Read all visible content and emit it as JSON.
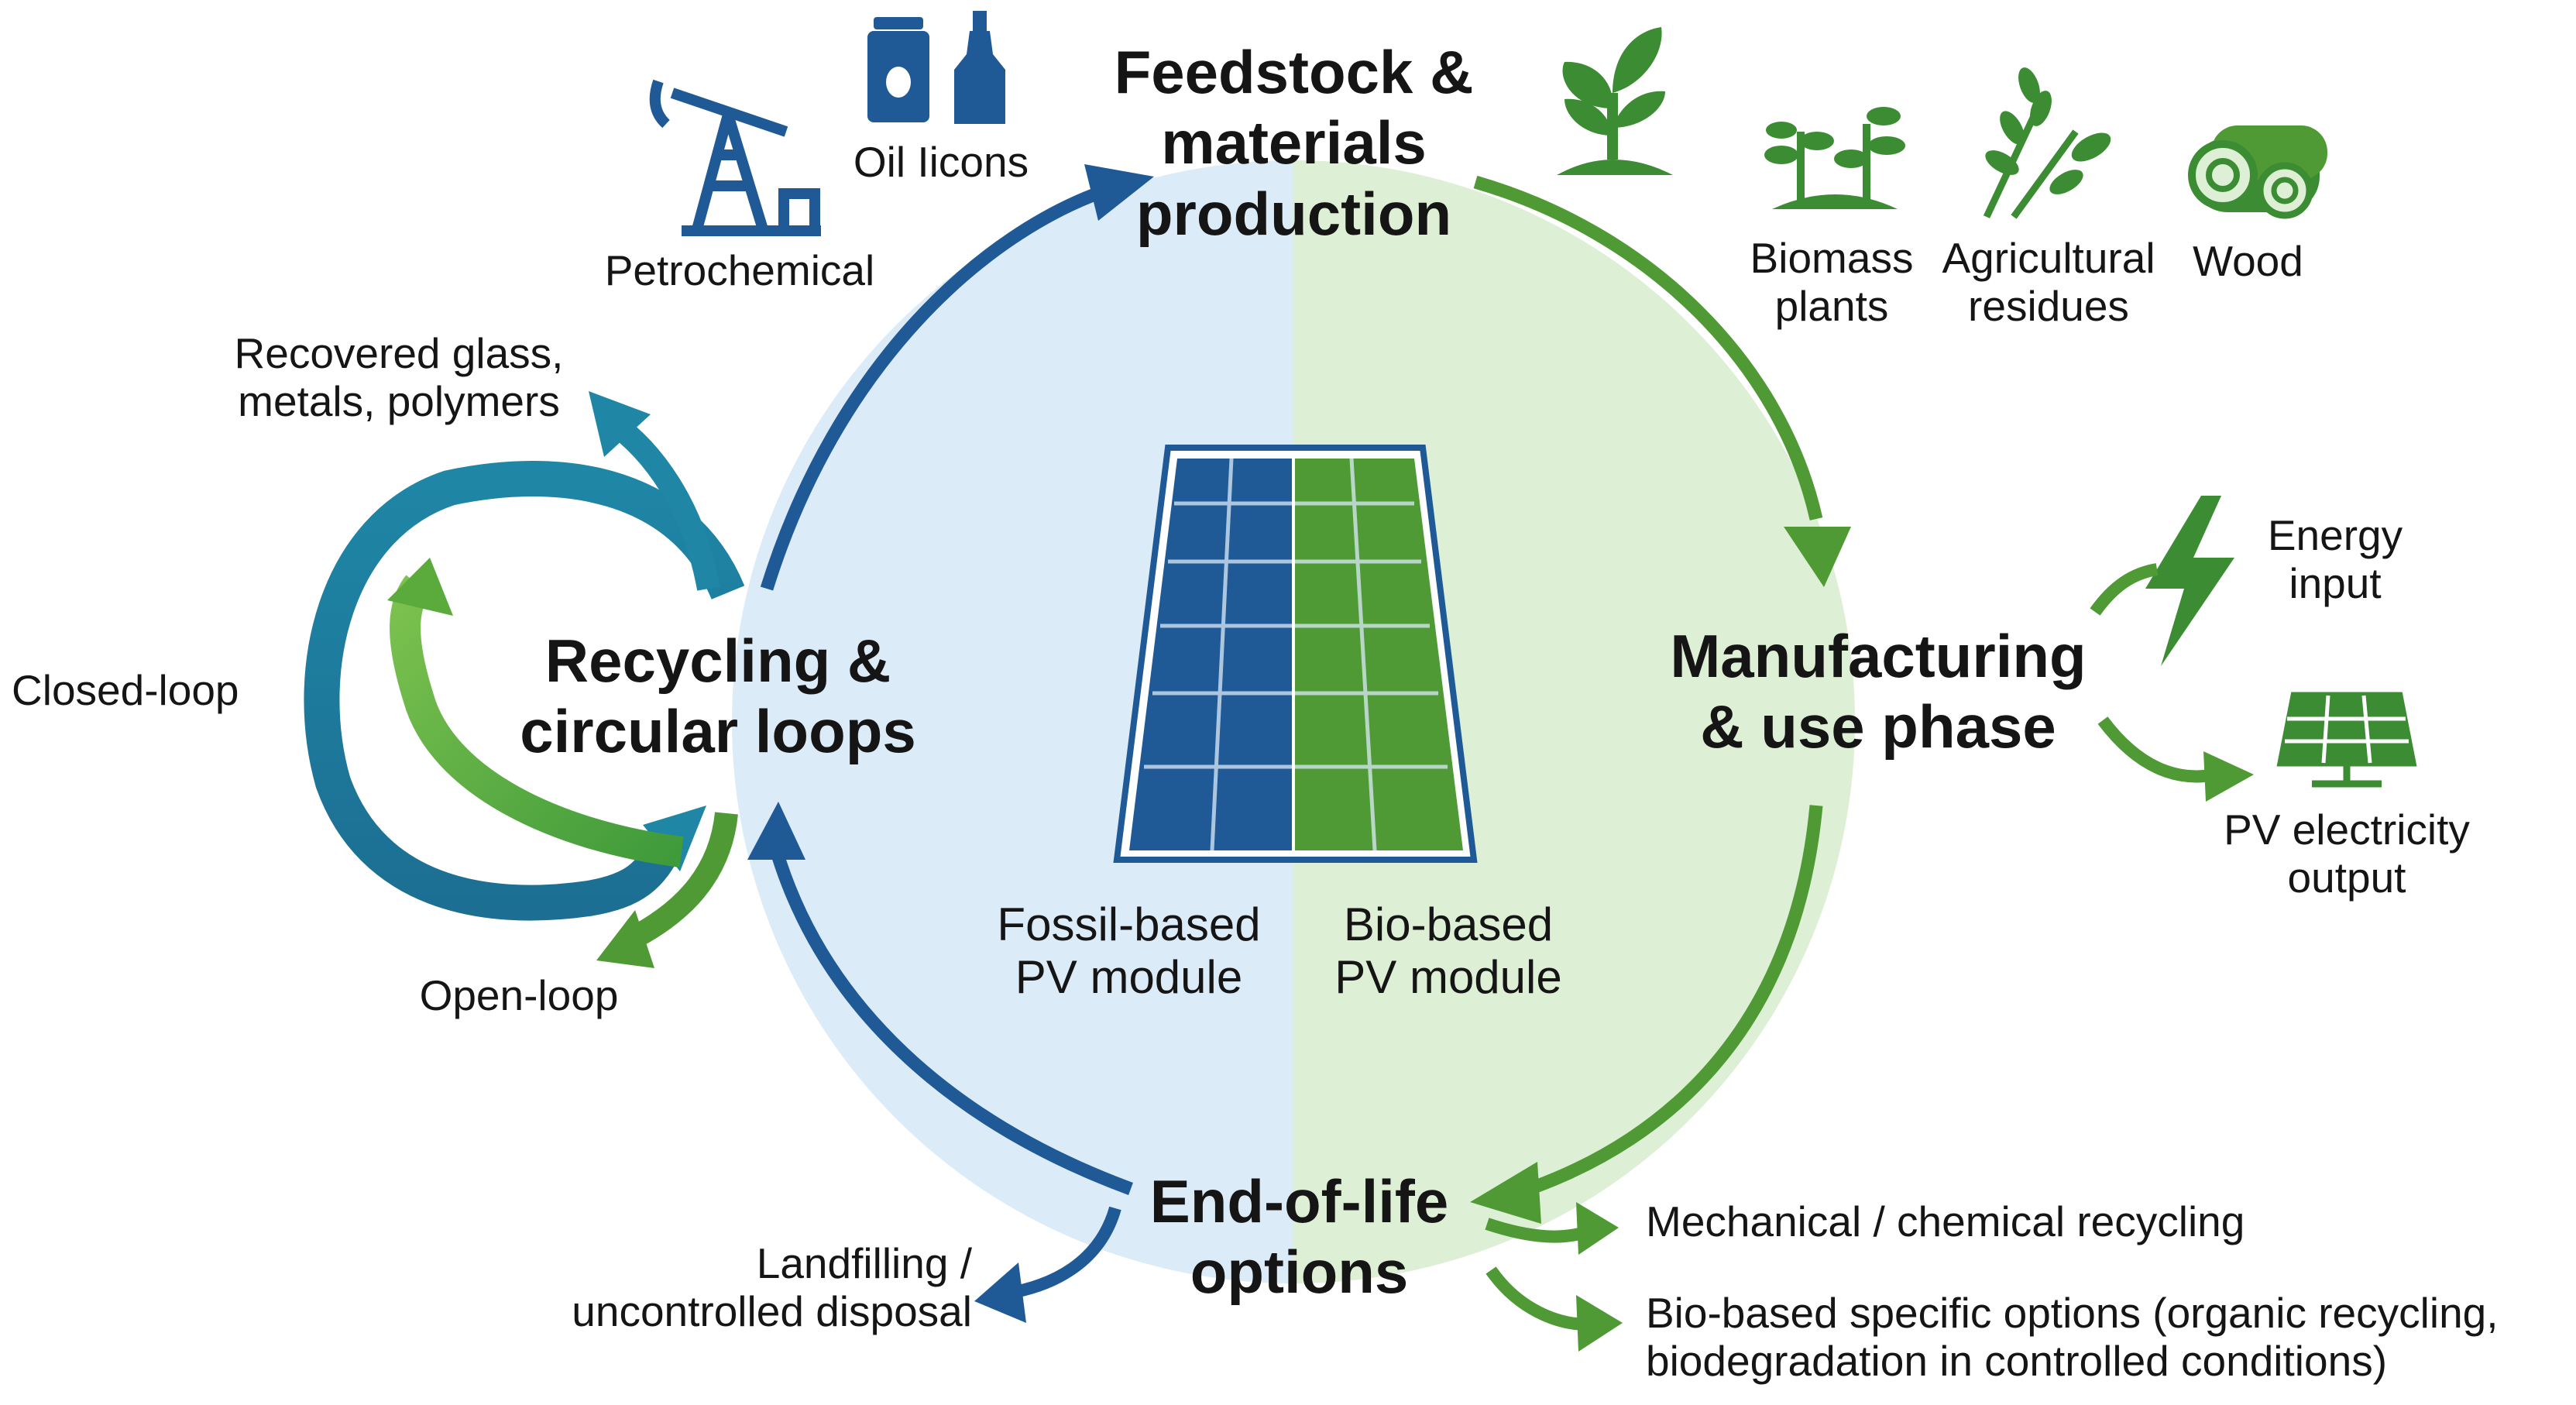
{
  "stages": {
    "feedstock": [
      "Feedstock &",
      "materials",
      "production"
    ],
    "manufacturing": [
      "Manufacturing",
      "& use phase"
    ],
    "end_of_life": [
      "End-of-life",
      "options"
    ],
    "recycling": [
      "Recycling &",
      "circular loops"
    ]
  },
  "center": {
    "fossil": [
      "Fossil-based",
      "PV module"
    ],
    "bio": [
      "Bio-based",
      "PV module"
    ]
  },
  "feedstock_fossil": {
    "oil": "Oil Iicons",
    "petrochemical": "Petrochemical"
  },
  "feedstock_bio": {
    "biomass": [
      "Biomass",
      "plants"
    ],
    "agri": [
      "Agricultural",
      "residues"
    ],
    "wood": "Wood"
  },
  "manufacturing_side": {
    "energy": [
      "Energy",
      "input"
    ],
    "pv_output": [
      "PV electricity",
      "output"
    ]
  },
  "end_of_life_side": {
    "landfill": [
      "Landfilling /",
      "uncontrolled disposal"
    ],
    "mechanical": "Mechanical / chemical recycling",
    "bio_options": [
      "Bio-based specific options (organic recycling,",
      "biodegradation in controlled conditions)"
    ]
  },
  "recycling_side": {
    "recovered": [
      "Recovered glass,",
      "metals, polymers"
    ],
    "closed": "Closed-loop",
    "open": "Open-loop"
  },
  "colors": {
    "fossil_blue": "#1f5a97",
    "bio_green": "#4f9a35",
    "fossil_fill": "#dcebf8",
    "bio_fill": "#ddefd4",
    "teal": "#1f86a6"
  }
}
